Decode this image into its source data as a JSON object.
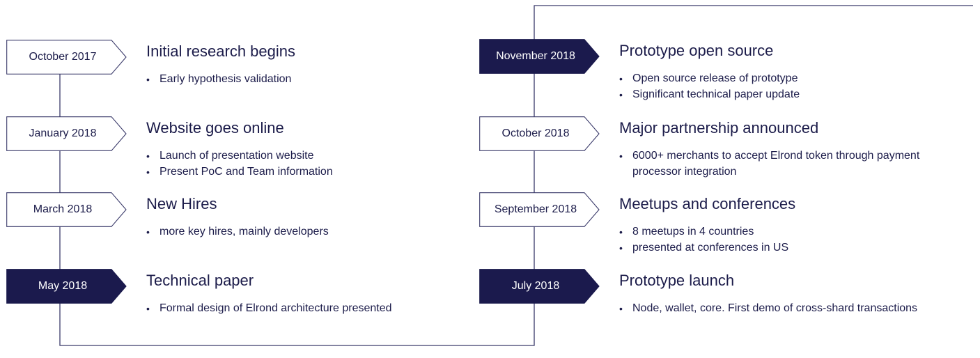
{
  "colors": {
    "navy": "#1b1a4d",
    "line": "#3a3a6a",
    "text": "#1c1c4a",
    "tag_fill_highlight": "#1b1a4d",
    "tag_fill_default": "#ffffff"
  },
  "milestones": [
    {
      "date": "October 2017",
      "title": "Initial research begins",
      "bullets": [
        "Early hypothesis validation"
      ],
      "highlight": false
    },
    {
      "date": "January 2018",
      "title": "Website goes online",
      "bullets": [
        "Launch of presentation website",
        "Present PoC and Team information"
      ],
      "highlight": false
    },
    {
      "date": "March 2018",
      "title": "New Hires",
      "bullets": [
        "more key hires, mainly developers"
      ],
      "highlight": false
    },
    {
      "date": "May 2018",
      "title": "Technical paper",
      "bullets": [
        "Formal design of Elrond architecture presented"
      ],
      "highlight": true
    },
    {
      "date": "November 2018",
      "title": "Prototype open source",
      "bullets": [
        "Open source release of prototype",
        "Significant technical paper update"
      ],
      "highlight": true
    },
    {
      "date": "October 2018",
      "title": "Major partnership announced",
      "bullets": [
        "6000+ merchants to accept Elrond token through payment processor integration"
      ],
      "highlight": false
    },
    {
      "date": "September 2018",
      "title": "Meetups and conferences",
      "bullets": [
        "8 meetups in 4 countries",
        "presented at conferences in US"
      ],
      "highlight": false
    },
    {
      "date": "July 2018",
      "title": "Prototype launch",
      "bullets": [
        "Node, wallet, core. First demo of cross-shard transactions"
      ],
      "highlight": true
    }
  ]
}
